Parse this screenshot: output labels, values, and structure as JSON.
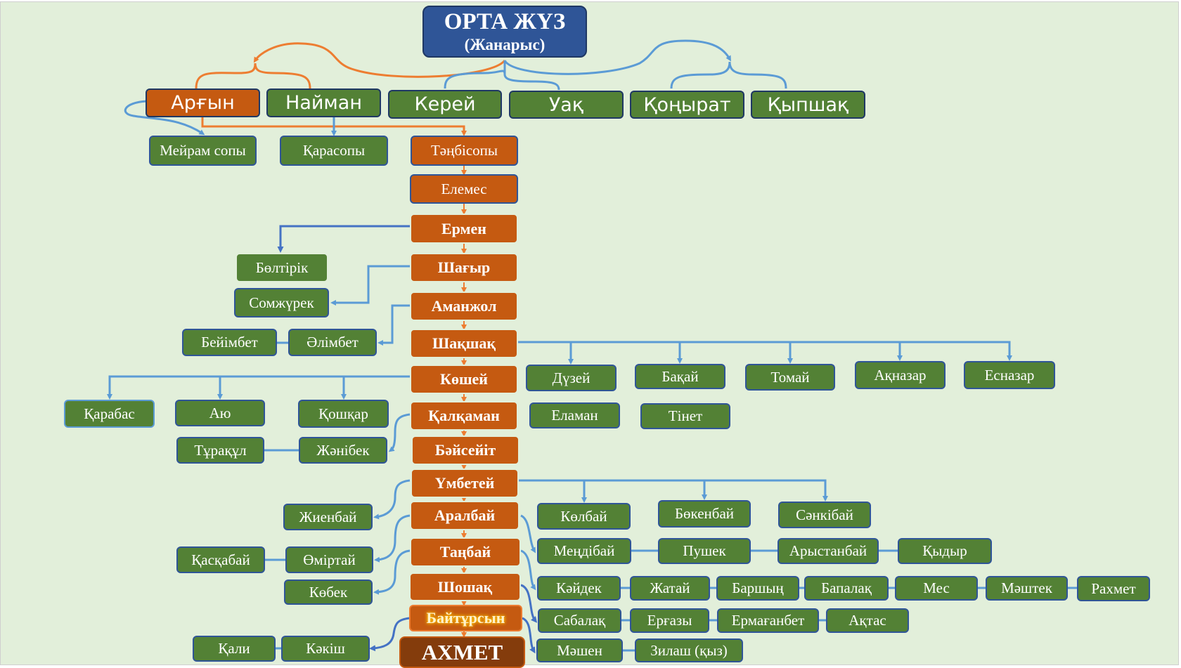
{
  "colors": {
    "background": "#E2EFDA",
    "green_node": "#538135",
    "orange_node": "#C55A11",
    "title_node": "#2F5597",
    "final_node": "#843C0C",
    "blue_link": "#5B9BD5",
    "orange_link": "#ED7D31"
  },
  "title": {
    "line1": "ОРТА ЖҮЗ",
    "line2": "(Жанарыс)"
  },
  "tribes": [
    "Арғын",
    "Найман",
    "Керей",
    "Уақ",
    "Қоңырат",
    "Қыпшақ"
  ],
  "level2": [
    "Мейрам сопы",
    "Қарасопы",
    "Тәңбісопы"
  ],
  "main_line": [
    "Елемес",
    "Ермен",
    "Шағыр",
    "Аманжол",
    "Шақшақ",
    "Көшей",
    "Қалқаман",
    "Бәйсейіт",
    "Үмбетей",
    "Аралбай",
    "Таңбай",
    "Шошақ",
    "Байтұрсын",
    "АХМЕТ"
  ],
  "branches": {
    "ermen": [
      "Бөлтірік"
    ],
    "shagyr": [
      "Сомжүрек"
    ],
    "amanzhol": [
      "Әлімбет",
      "Бейімбет"
    ],
    "shakshak": [
      "Дүзей",
      "Бақай",
      "Томай",
      "Ақназар",
      "Есназар",
      "Еламан",
      "Тінет"
    ],
    "koshey": [
      "Қарабас",
      "Аю",
      "Қошқар"
    ],
    "kalkaman": [
      "Жәнібек",
      "Тұрақұл"
    ],
    "umbetey": [
      "Жиенбай",
      "Көлбай",
      "Бөкенбай",
      "Сәнкібай"
    ],
    "aralbay": [
      "Меңдібай",
      "Пушек",
      "Арыстанбай",
      "Қыдыр"
    ],
    "tanbay": [
      "Өміртай",
      "Қасқабай",
      "Кәйдек",
      "Жатай",
      "Баршың",
      "Бапалақ",
      "Мес",
      "Мәштек",
      "Рахмет"
    ],
    "shoshak": [
      "Көбек",
      "Сабалақ",
      "Ерғазы",
      "Ермағанбет",
      "Ақтас"
    ],
    "baitursyn": [
      "Кәкіш",
      "Қали",
      "Мәшен",
      "Зилаш (қыз)"
    ]
  }
}
